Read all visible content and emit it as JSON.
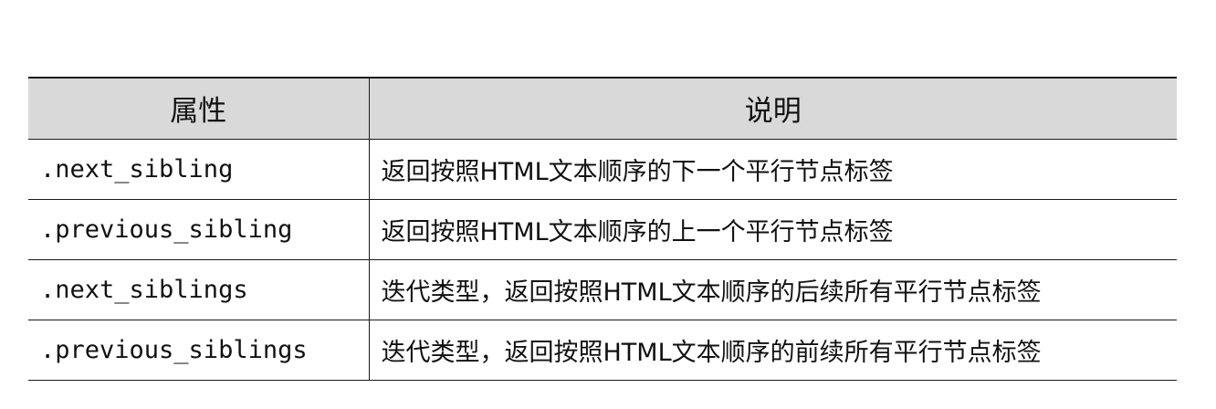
{
  "table": {
    "headers": {
      "property": "属性",
      "description": "说明"
    },
    "rows": [
      {
        "property": ".next_sibling",
        "description": "返回按照HTML文本顺序的下一个平行节点标签"
      },
      {
        "property": ".previous_sibling",
        "description": "返回按照HTML文本顺序的上一个平行节点标签"
      },
      {
        "property": ".next_siblings",
        "description": "迭代类型，返回按照HTML文本顺序的后续所有平行节点标签"
      },
      {
        "property": ".previous_siblings",
        "description": "迭代类型，返回按照HTML文本顺序的前续所有平行节点标签"
      }
    ]
  }
}
